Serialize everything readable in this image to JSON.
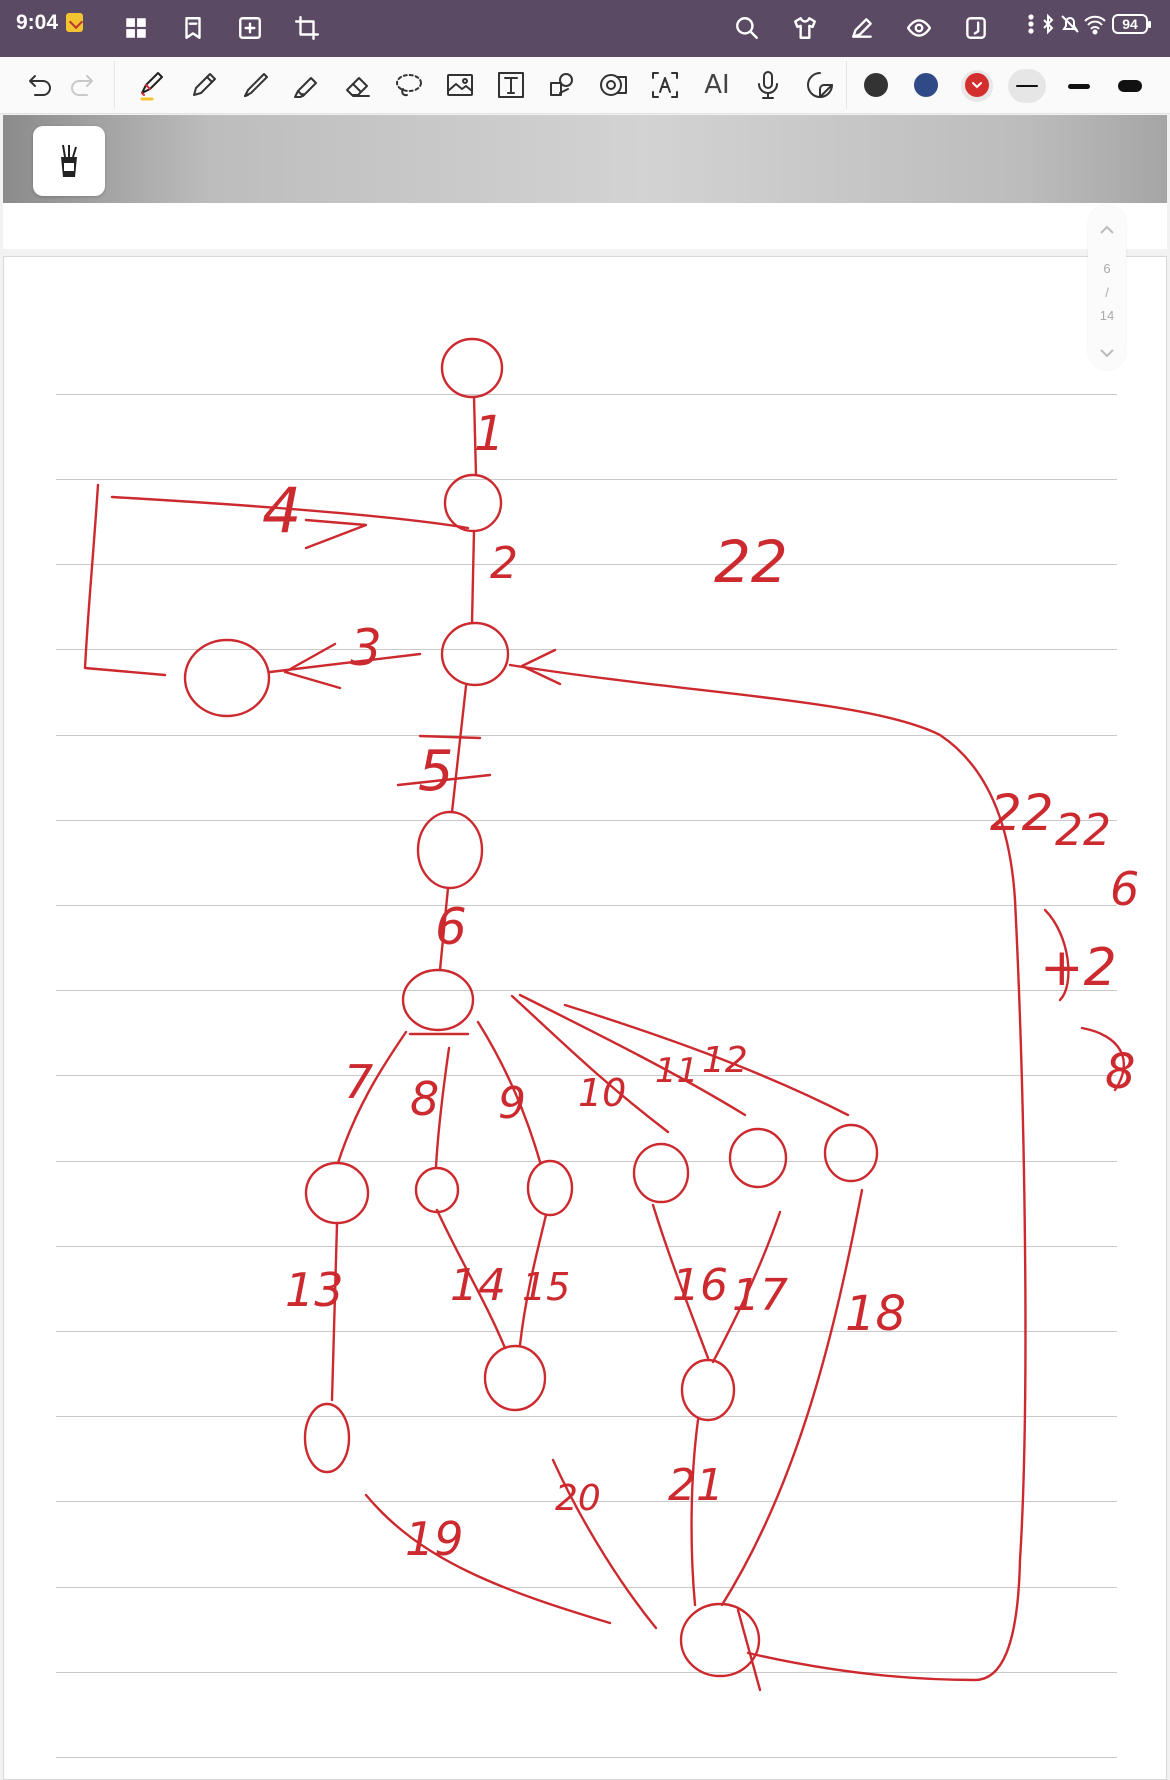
{
  "status_bar": {
    "time": "9:04",
    "battery": "94",
    "icons": [
      "apps-grid-icon",
      "bookmark-icon",
      "add-page-icon",
      "crop-icon",
      "search-icon",
      "theme-shirt-icon",
      "pen-mode-icon",
      "read-mode-icon",
      "page-settings-icon",
      "more-icon",
      "bluetooth-icon",
      "mute-icon",
      "wifi-icon"
    ]
  },
  "toolbar": {
    "tools": [
      "undo-icon",
      "redo-icon",
      "fountain-pen-icon",
      "pencil-icon",
      "ballpoint-icon",
      "highlighter-icon",
      "eraser-icon",
      "lasso-icon",
      "image-icon",
      "text-box-icon",
      "shape-icon",
      "tape-icon",
      "ocr-icon",
      "ai-icon",
      "microphone-icon",
      "sticker-icon"
    ],
    "ai_label": "AI",
    "colors": [
      "#333333",
      "#2f4a86",
      "#d32f2f"
    ],
    "selected_color": "#d32f2f"
  },
  "page_nav": {
    "current": "6",
    "separator": "/",
    "total": "14"
  },
  "ink": {
    "color": "#cc2a2f",
    "labels": [
      "1",
      "2",
      "3",
      "4",
      "5",
      "6",
      "7",
      "8",
      "9",
      "10",
      "11",
      "12",
      "13",
      "14",
      "15",
      "16",
      "17",
      "18",
      "19",
      "20",
      "21",
      "22",
      "22",
      "22",
      "6",
      "+2",
      "8"
    ]
  }
}
